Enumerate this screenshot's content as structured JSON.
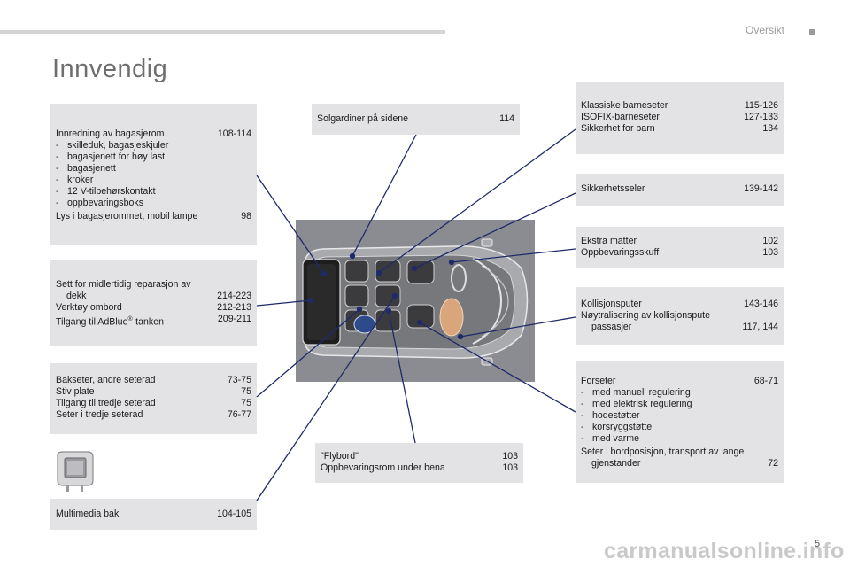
{
  "header": {
    "section": "Oversikt"
  },
  "page_title": "Innvendig",
  "boxes": {
    "bagasje": {
      "title": "Innredning av bagasjerom",
      "title_pages": "108-114",
      "items": [
        "skilleduk, bagasjeskjuler",
        "bagasjenett for høy last",
        "bagasjenett",
        "kroker",
        "12 V-tilbehørskontakt",
        "oppbevaringsboks"
      ],
      "footer": "Lys i bagasjerommet, mobil lampe",
      "footer_pages": "98"
    },
    "reparasjon": {
      "line1": "Sett for midlertidig reparasjon av",
      "line2": "dekk",
      "line2_pages": "214-223",
      "verktoy": "Verktøy ombord",
      "verktoy_pages": "212-213",
      "adblue_pre": "Tilgang til AdBlue",
      "adblue_reg": "®",
      "adblue_post": "-tanken",
      "adblue_pages": "209-211"
    },
    "bakseter": {
      "rows": [
        {
          "label": "Bakseter, andre seterad",
          "pages": "73-75"
        },
        {
          "label": "Stiv plate",
          "pages": "75"
        },
        {
          "label": "Tilgang til tredje seterad",
          "pages": "75"
        },
        {
          "label": "Seter i tredje seterad",
          "pages": "76-77"
        }
      ]
    },
    "multimedia": {
      "label": "Multimedia bak",
      "pages": "104-105"
    },
    "solgardiner": {
      "label": "Solgardiner på sidene",
      "pages": "114"
    },
    "flybord": {
      "rows": [
        {
          "label": "\"Flybord\"",
          "pages": "103"
        },
        {
          "label": "Oppbevaringsrom under bena",
          "pages": "103"
        }
      ]
    },
    "barneseter": {
      "rows": [
        {
          "label": "Klassiske barneseter",
          "pages": "115-126"
        },
        {
          "label": "ISOFIX-barneseter",
          "pages": "127-133"
        },
        {
          "label": "Sikkerhet for barn",
          "pages": "134"
        }
      ]
    },
    "sikkerhetsseler": {
      "label": "Sikkerhetsseler",
      "pages": "139-142"
    },
    "matter": {
      "rows": [
        {
          "label": "Ekstra matter",
          "pages": "102"
        },
        {
          "label": "Oppbevaringsskuff",
          "pages": "103"
        }
      ]
    },
    "kollisjon": {
      "label": "Kollisjonsputer",
      "pages": "143-146",
      "noyt1": "Nøytralisering av kollisjonspute",
      "noyt2": "passasjer",
      "noyt_pages": "117, 144"
    },
    "forseter": {
      "title": "Forseter",
      "title_pages": "68-71",
      "items": [
        "med manuell regulering",
        "med elektrisk regulering",
        "hodestøtter",
        "korsryggstøtte",
        "med varme"
      ],
      "footer1": "Seter i bordposisjon, transport av lange",
      "footer2": "gjenstander",
      "footer_pages": "72"
    }
  },
  "dash": "-",
  "page_number": "5",
  "watermark": "carmanualsonline.info",
  "colors": {
    "box_bg": "#e3e3e6",
    "leader_line": "#1f2a6b",
    "title_gray": "#6e6e6e",
    "car_bg": "#8b8c91"
  }
}
